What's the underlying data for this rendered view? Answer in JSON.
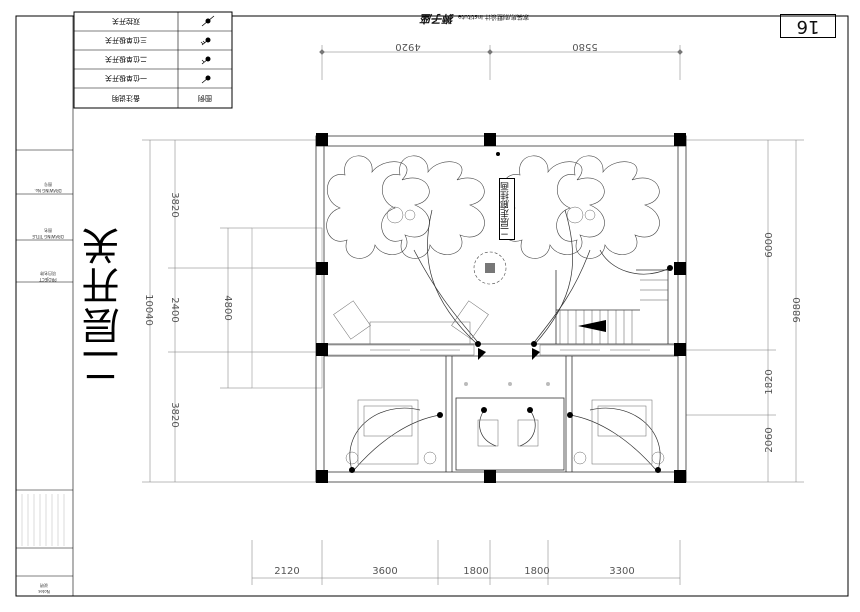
{
  "sheet": {
    "title": "二层开关",
    "sheet_number": "16",
    "brand_name": "狮子座",
    "brand_subtitle": "家装房/别墅设计  Institute",
    "room_label": "二层走廊挂画"
  },
  "legend": {
    "header_symbol": "图例",
    "header_note": "备注说明",
    "rows": [
      {
        "icon": "single-switch-icon",
        "note": "一位单极开关"
      },
      {
        "icon": "double-switch-icon",
        "note": "二位单极开关"
      },
      {
        "icon": "triple-switch-icon",
        "note": "三位单极开关"
      },
      {
        "icon": "dual-control-switch-icon",
        "note": "双控开关"
      }
    ]
  },
  "title_block": {
    "project_name_cn": "项目名称",
    "project_name_en": "PROJECT",
    "drawing_title_cn": "图名",
    "drawing_title_en": "DRAWING TITLE",
    "drawing_no_cn": "图号",
    "drawing_no_en": "DRAWING No.",
    "notes_cn": "说明",
    "notes_en": "Notes"
  },
  "dimensions": {
    "top": [
      "4920",
      "5580"
    ],
    "bottom": [
      "2120",
      "3600",
      "1800",
      "1800",
      "3300"
    ],
    "left_outer": "10040",
    "left_segments": [
      "3820",
      "2400",
      "3820"
    ],
    "left_inner": "4800",
    "right_outer": "9880",
    "right_segments": [
      "6000",
      "1820",
      "2060"
    ]
  }
}
